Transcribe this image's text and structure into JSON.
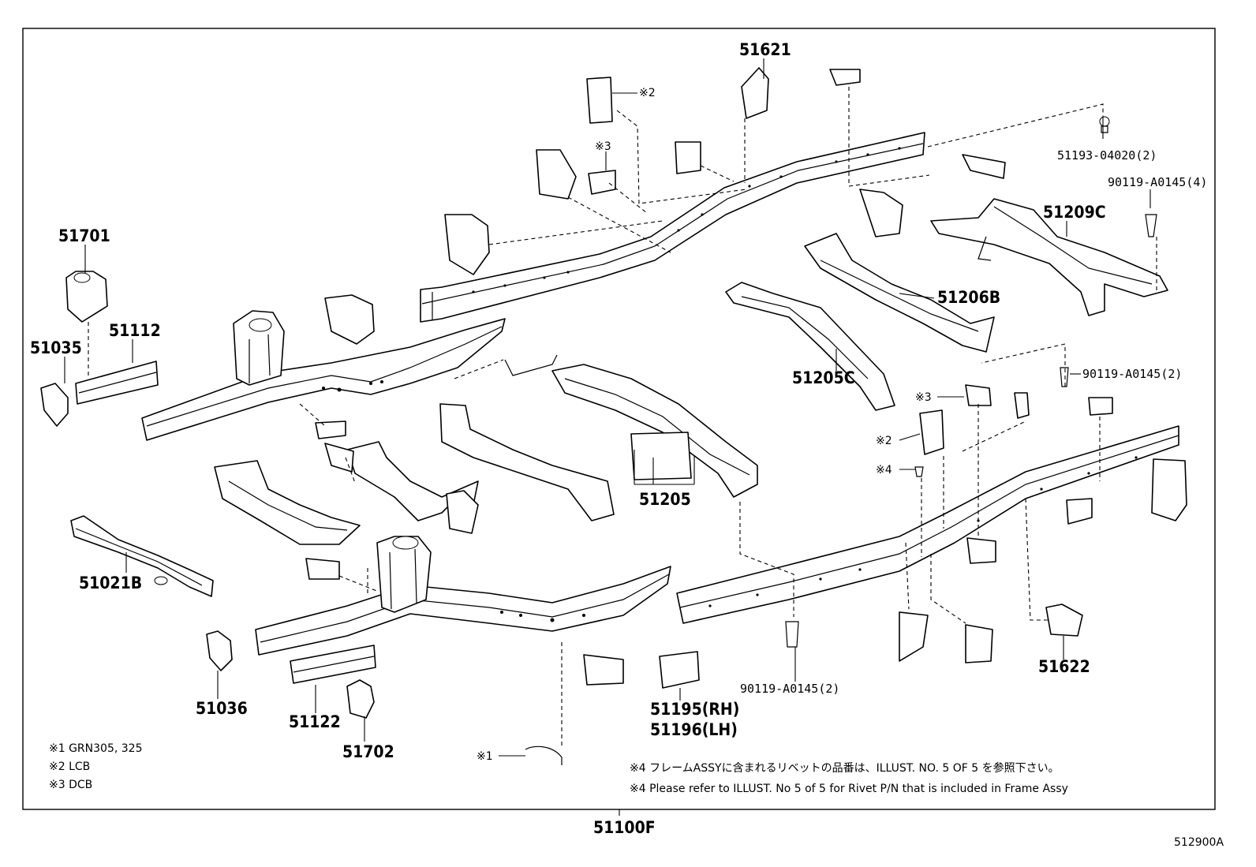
{
  "diagram_id": "512900A",
  "assembly_label": "51100F",
  "part_labels": {
    "p51621": "51621",
    "p51193": "51193-04020(2)",
    "p90119_4": "90119-A0145(4)",
    "p51209C": "51209C",
    "p51701": "51701",
    "p51112": "51112",
    "p51035": "51035",
    "p51206B": "51206B",
    "p51205C": "51205C",
    "p90119_2a": "90119-A0145(2)",
    "p51205": "51205",
    "p51021B": "51021B",
    "p51036": "51036",
    "p51122": "51122",
    "p51702": "51702",
    "p51195": "51195(RH)",
    "p51196": "51196(LH)",
    "p90119_2b": "90119-A0145(2)",
    "p51622": "51622"
  },
  "callouts": {
    "c2_top": "※2",
    "c3_top": "※3",
    "c3_right": "※3",
    "c2_right": "※2",
    "c4_right": "※4",
    "c1_bottom": "※1"
  },
  "legend": [
    "※1 GRN305, 325",
    "※2 LCB",
    "※3 DCB"
  ],
  "notes": [
    "※4 フレームASSYに含まれるリベットの品番は、ILLUST. NO. 5  OF  5  を参照下さい。",
    "※4 Please refer to ILLUST. No 5 of 5 for Rivet P/N that is included in Frame Assy"
  ]
}
